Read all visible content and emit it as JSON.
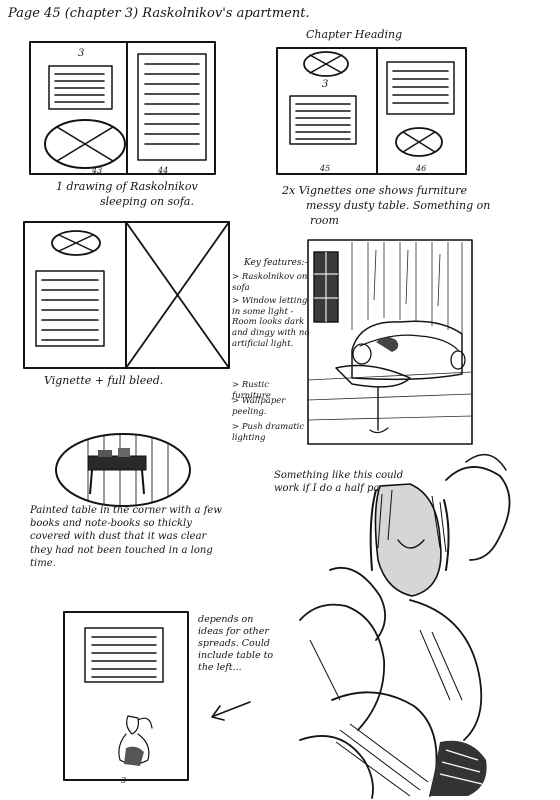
{
  "page_heading": "Page 45 (chapter 3) Raskolnikov's apartment.",
  "sketches": {
    "spread_one": {
      "page_numbers": [
        "3",
        "43",
        "44"
      ],
      "caption_line1": "1 drawing of Raskolnikov",
      "caption_line2": "sleeping on sofa."
    },
    "spread_two": {
      "heading": "Chapter Heading",
      "page_numbers": [
        "3",
        "45",
        "46"
      ],
      "caption_line1": "2x Vignettes one shows furniture",
      "caption_line2": "messy dusty table. Something on",
      "caption_line3": "room"
    },
    "spread_three": {
      "caption": "Vignette + full bleed."
    },
    "key_features": {
      "title": "Key features:-",
      "items": [
        "Raskolnikov on sofa",
        "Window letting in some light - Room looks dark and dingy with no artificial light.",
        "Rustic furniture",
        "Wallpaper peeling.",
        "Push dramatic lighting"
      ]
    },
    "table_vignette": {
      "caption": "Painted table in the corner with a few books and note-books so thickly covered with dust that it was clear they had not been touched in a long time."
    },
    "half_page_note": {
      "text": "Something like this could work if I do a half page."
    },
    "final_page": {
      "page_number": "3",
      "note": "depends on ideas for other spreads. Could include table to the left..."
    }
  }
}
